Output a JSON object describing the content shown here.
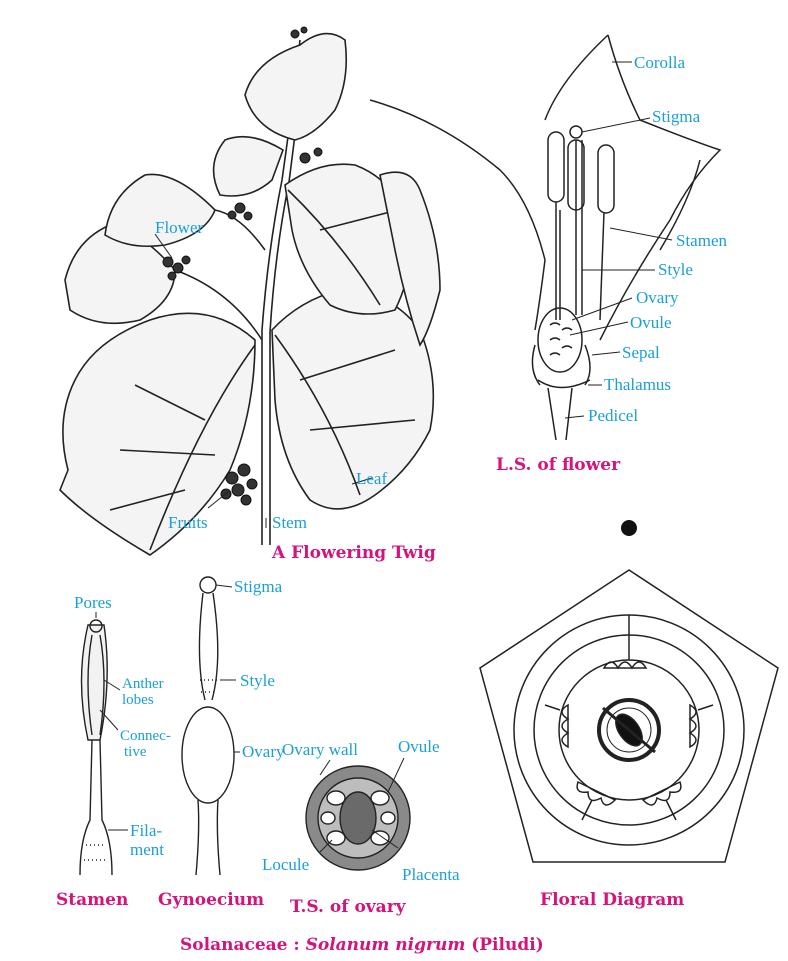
{
  "colors": {
    "label": "#1a9fd6",
    "caption": "#d6137a",
    "line": "#222222"
  },
  "twig": {
    "caption": "A Flowering Twig",
    "labels": {
      "flower": "Flower",
      "leaf": "Leaf",
      "fruits": "Fruits",
      "stem": "Stem"
    }
  },
  "ls_flower": {
    "caption": "L.S. of flower",
    "labels": {
      "corolla": "Corolla",
      "stigma": "Stigma",
      "stamen": "Stamen",
      "style": "Style",
      "ovary": "Ovary",
      "ovule": "Ovule",
      "sepal": "Sepal",
      "thalamus": "Thalamus",
      "pedicel": "Pedicel"
    }
  },
  "stamen": {
    "caption": "Stamen",
    "labels": {
      "pores": "Pores",
      "anther_1": "Anther",
      "anther_2": "lobes",
      "connective_1": "Connec-",
      "connective_2": "tive",
      "filament_1": "Fila-",
      "filament_2": "ment"
    }
  },
  "gynoecium": {
    "caption": "Gynoecium",
    "labels": {
      "stigma": "Stigma",
      "style": "Style",
      "ovary": "Ovary"
    }
  },
  "ts_ovary": {
    "caption": "T.S. of ovary",
    "labels": {
      "ovary_wall": "Ovary wall",
      "ovule": "Ovule",
      "locule": "Locule",
      "placenta": "Placenta"
    }
  },
  "floral_diagram": {
    "caption": "Floral Diagram"
  },
  "footer": {
    "family": "Solanaceae : ",
    "species": "Solanum nigrum",
    "local": " (Piludi)"
  }
}
